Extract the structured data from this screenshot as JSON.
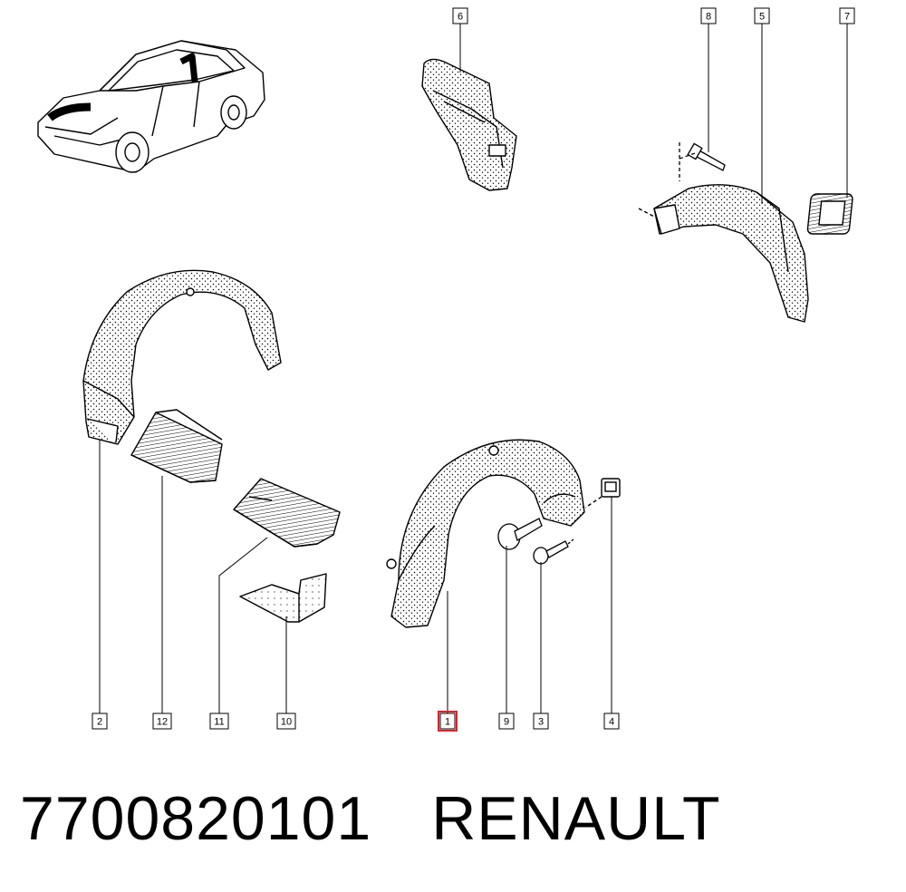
{
  "callouts": {
    "c1": "1",
    "c2": "2",
    "c3": "3",
    "c4": "4",
    "c5": "5",
    "c6": "6",
    "c7": "7",
    "c8": "8",
    "c9": "9",
    "c10": "10",
    "c11": "11",
    "c12": "12"
  },
  "highlighted_callout": "1",
  "colors": {
    "line": "#000000",
    "highlight": "#e0202a",
    "background": "#ffffff"
  },
  "footer": {
    "part_number": "7700820101",
    "brand": "RENAULT"
  }
}
